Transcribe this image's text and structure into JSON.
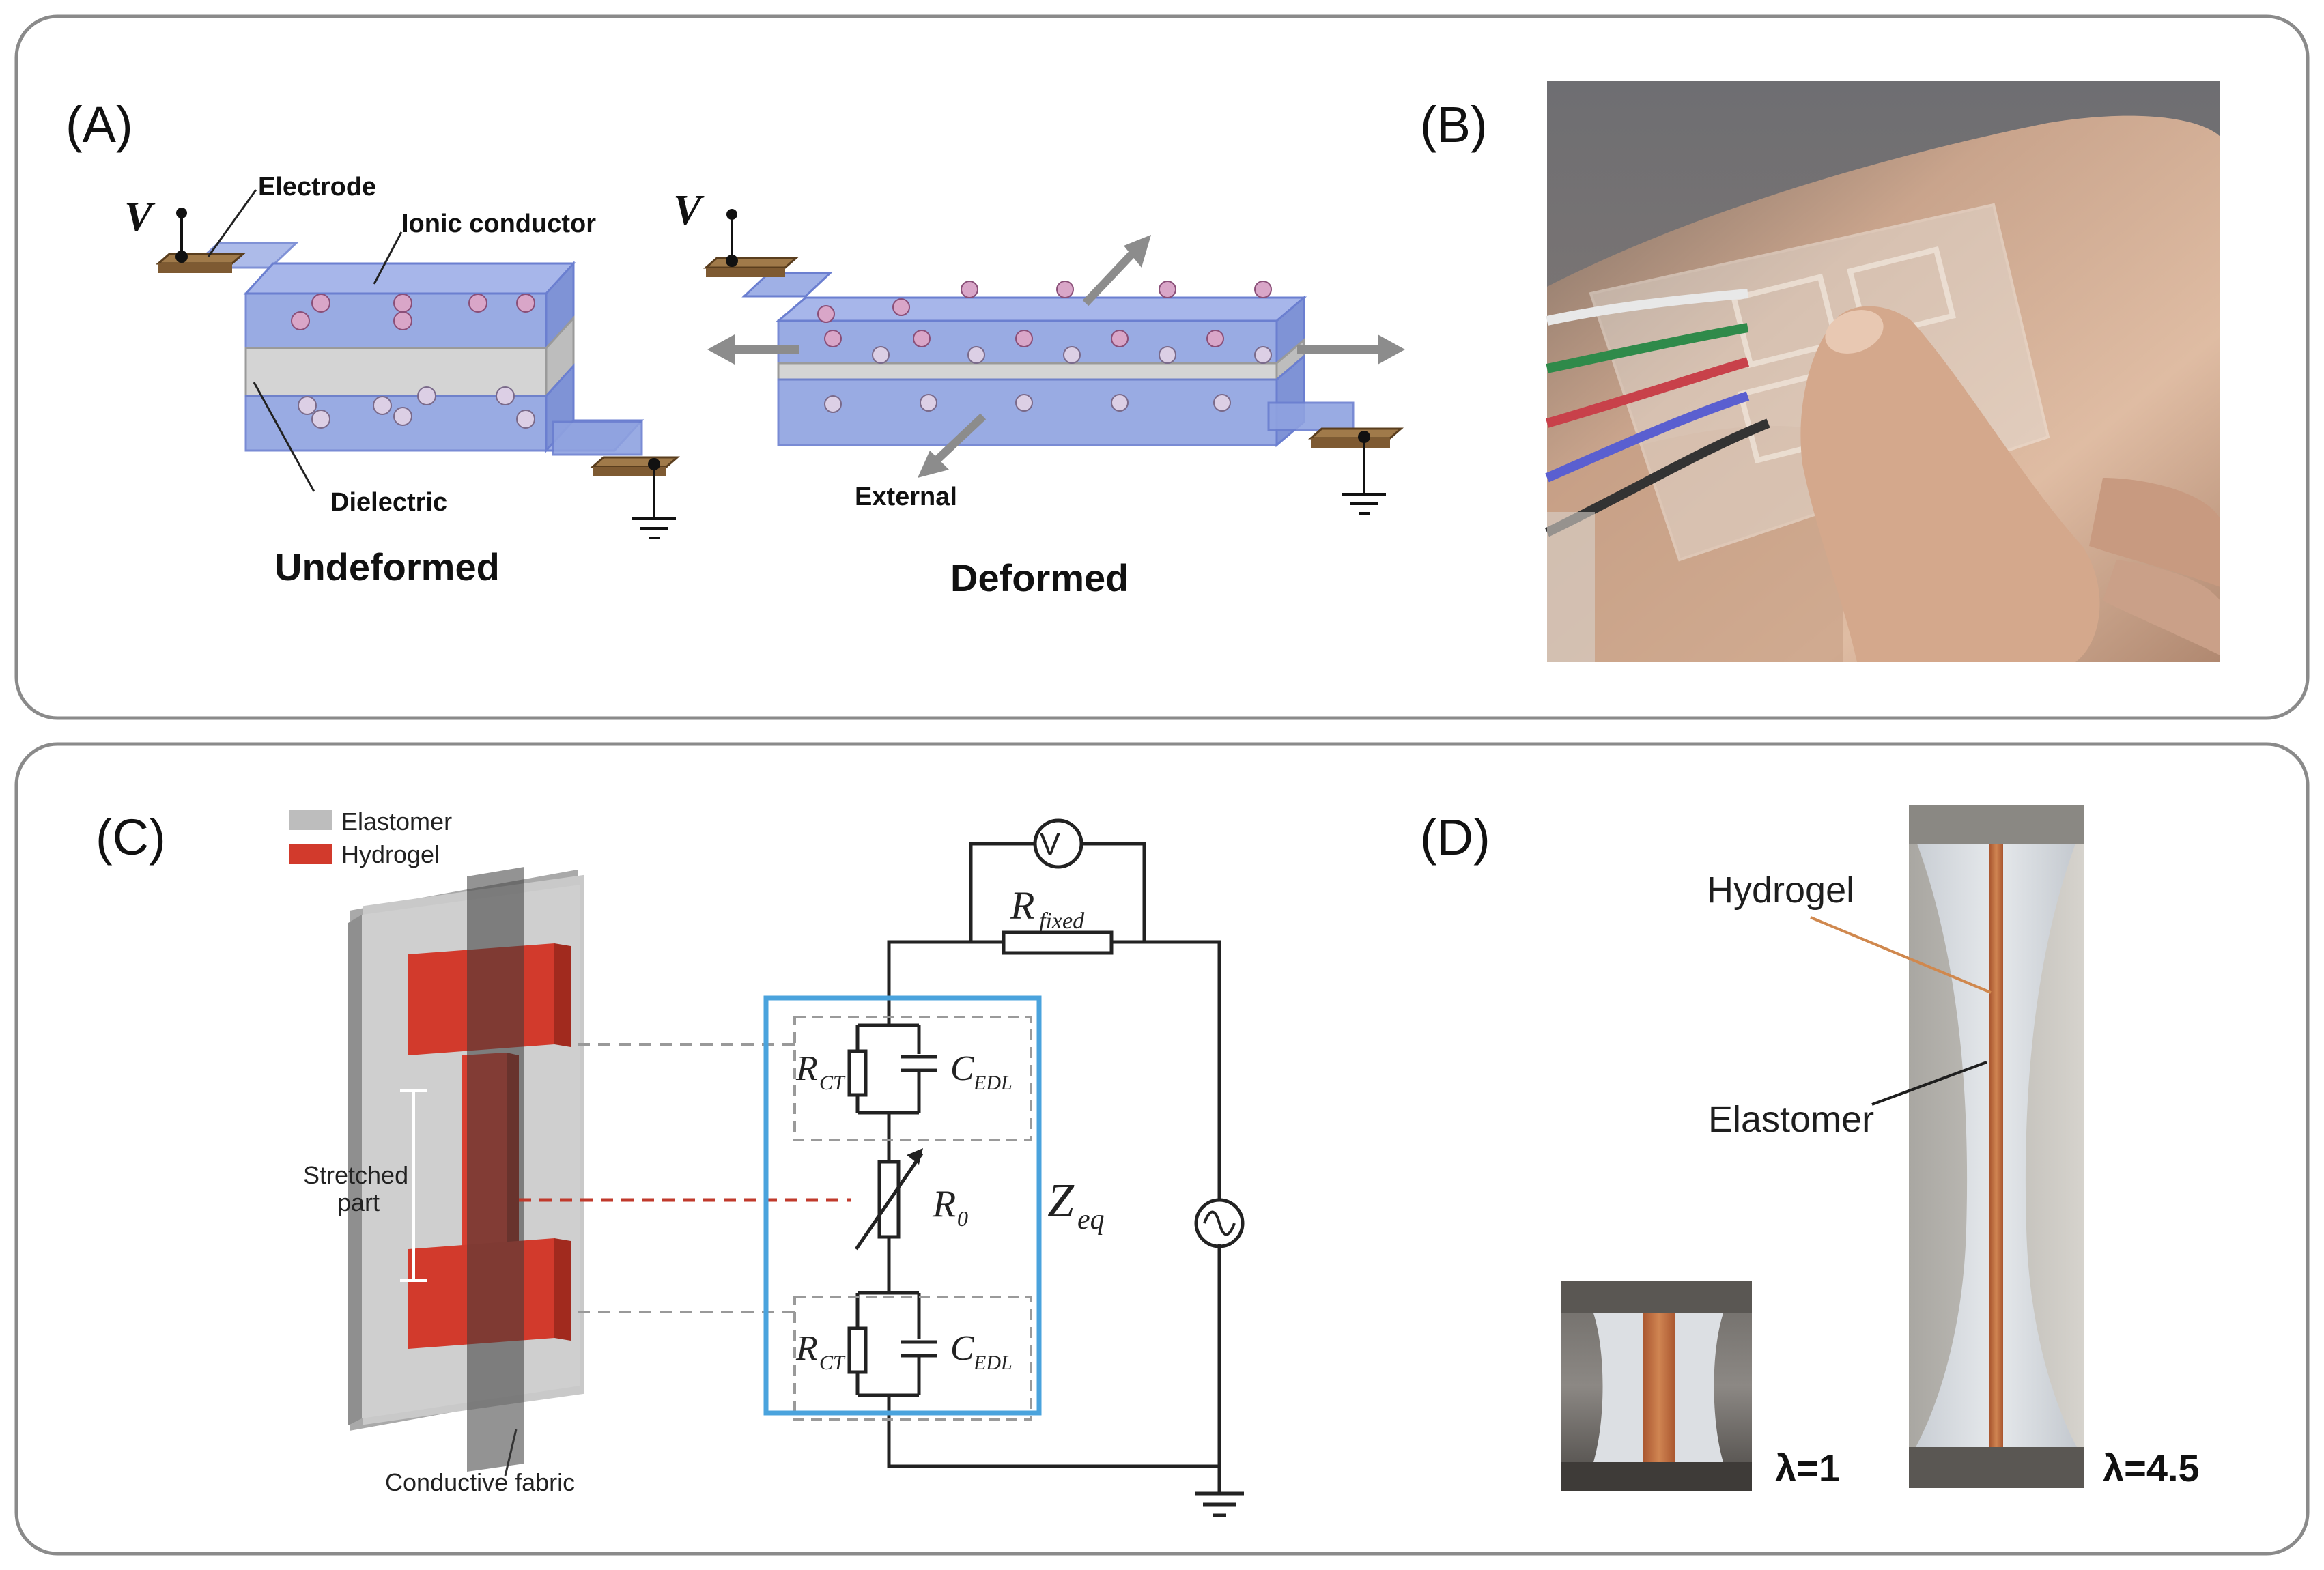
{
  "panels": {
    "a": {
      "label": "(A)",
      "voltage_label": "V",
      "electrode_label": "Electrode",
      "ionic_label": "Ionic conductor",
      "dielectric_label": "Dielectric",
      "external_label": "External",
      "undeformed_title": "Undeformed",
      "deformed_title": "Deformed",
      "colors": {
        "ionic": "#8fa2e0",
        "dielectric": "#c9c9c9",
        "electrode": "#a07a4a"
      }
    },
    "b": {
      "label": "(B)",
      "photo": "hand-with-stretchable-touch-sensor-photo"
    },
    "c": {
      "label": "(C)",
      "legend_elastomer": "Elastomer",
      "legend_hydrogel": "Hydrogel",
      "stretched_line1": "Stretched",
      "stretched_line2": "part",
      "fabric_label": "Conductive fabric",
      "voltmeter_symbol": "V",
      "r_fixed_main": "R",
      "r_fixed_sub": "fixed",
      "r_ct_main": "R",
      "r_ct_sub": "CT",
      "c_edl_main": "C",
      "c_edl_sub": "EDL",
      "r0_main": "R",
      "r0_sub": "0",
      "zeq_main": "Z",
      "zeq_sub": "eq",
      "colors": {
        "hydrogel": "#d23a2c",
        "elastomer": "#bdbdbd",
        "zeq_box": "#4aa3dd",
        "zeq_text": "#2e3a8c",
        "r0_text": "#c0392b"
      }
    },
    "d": {
      "label": "(D)",
      "hydrogel_label": "Hydrogel",
      "elastomer_label": "Elastomer",
      "lambda1_label": "λ=1",
      "lambda2_label": "λ=4.5"
    }
  }
}
